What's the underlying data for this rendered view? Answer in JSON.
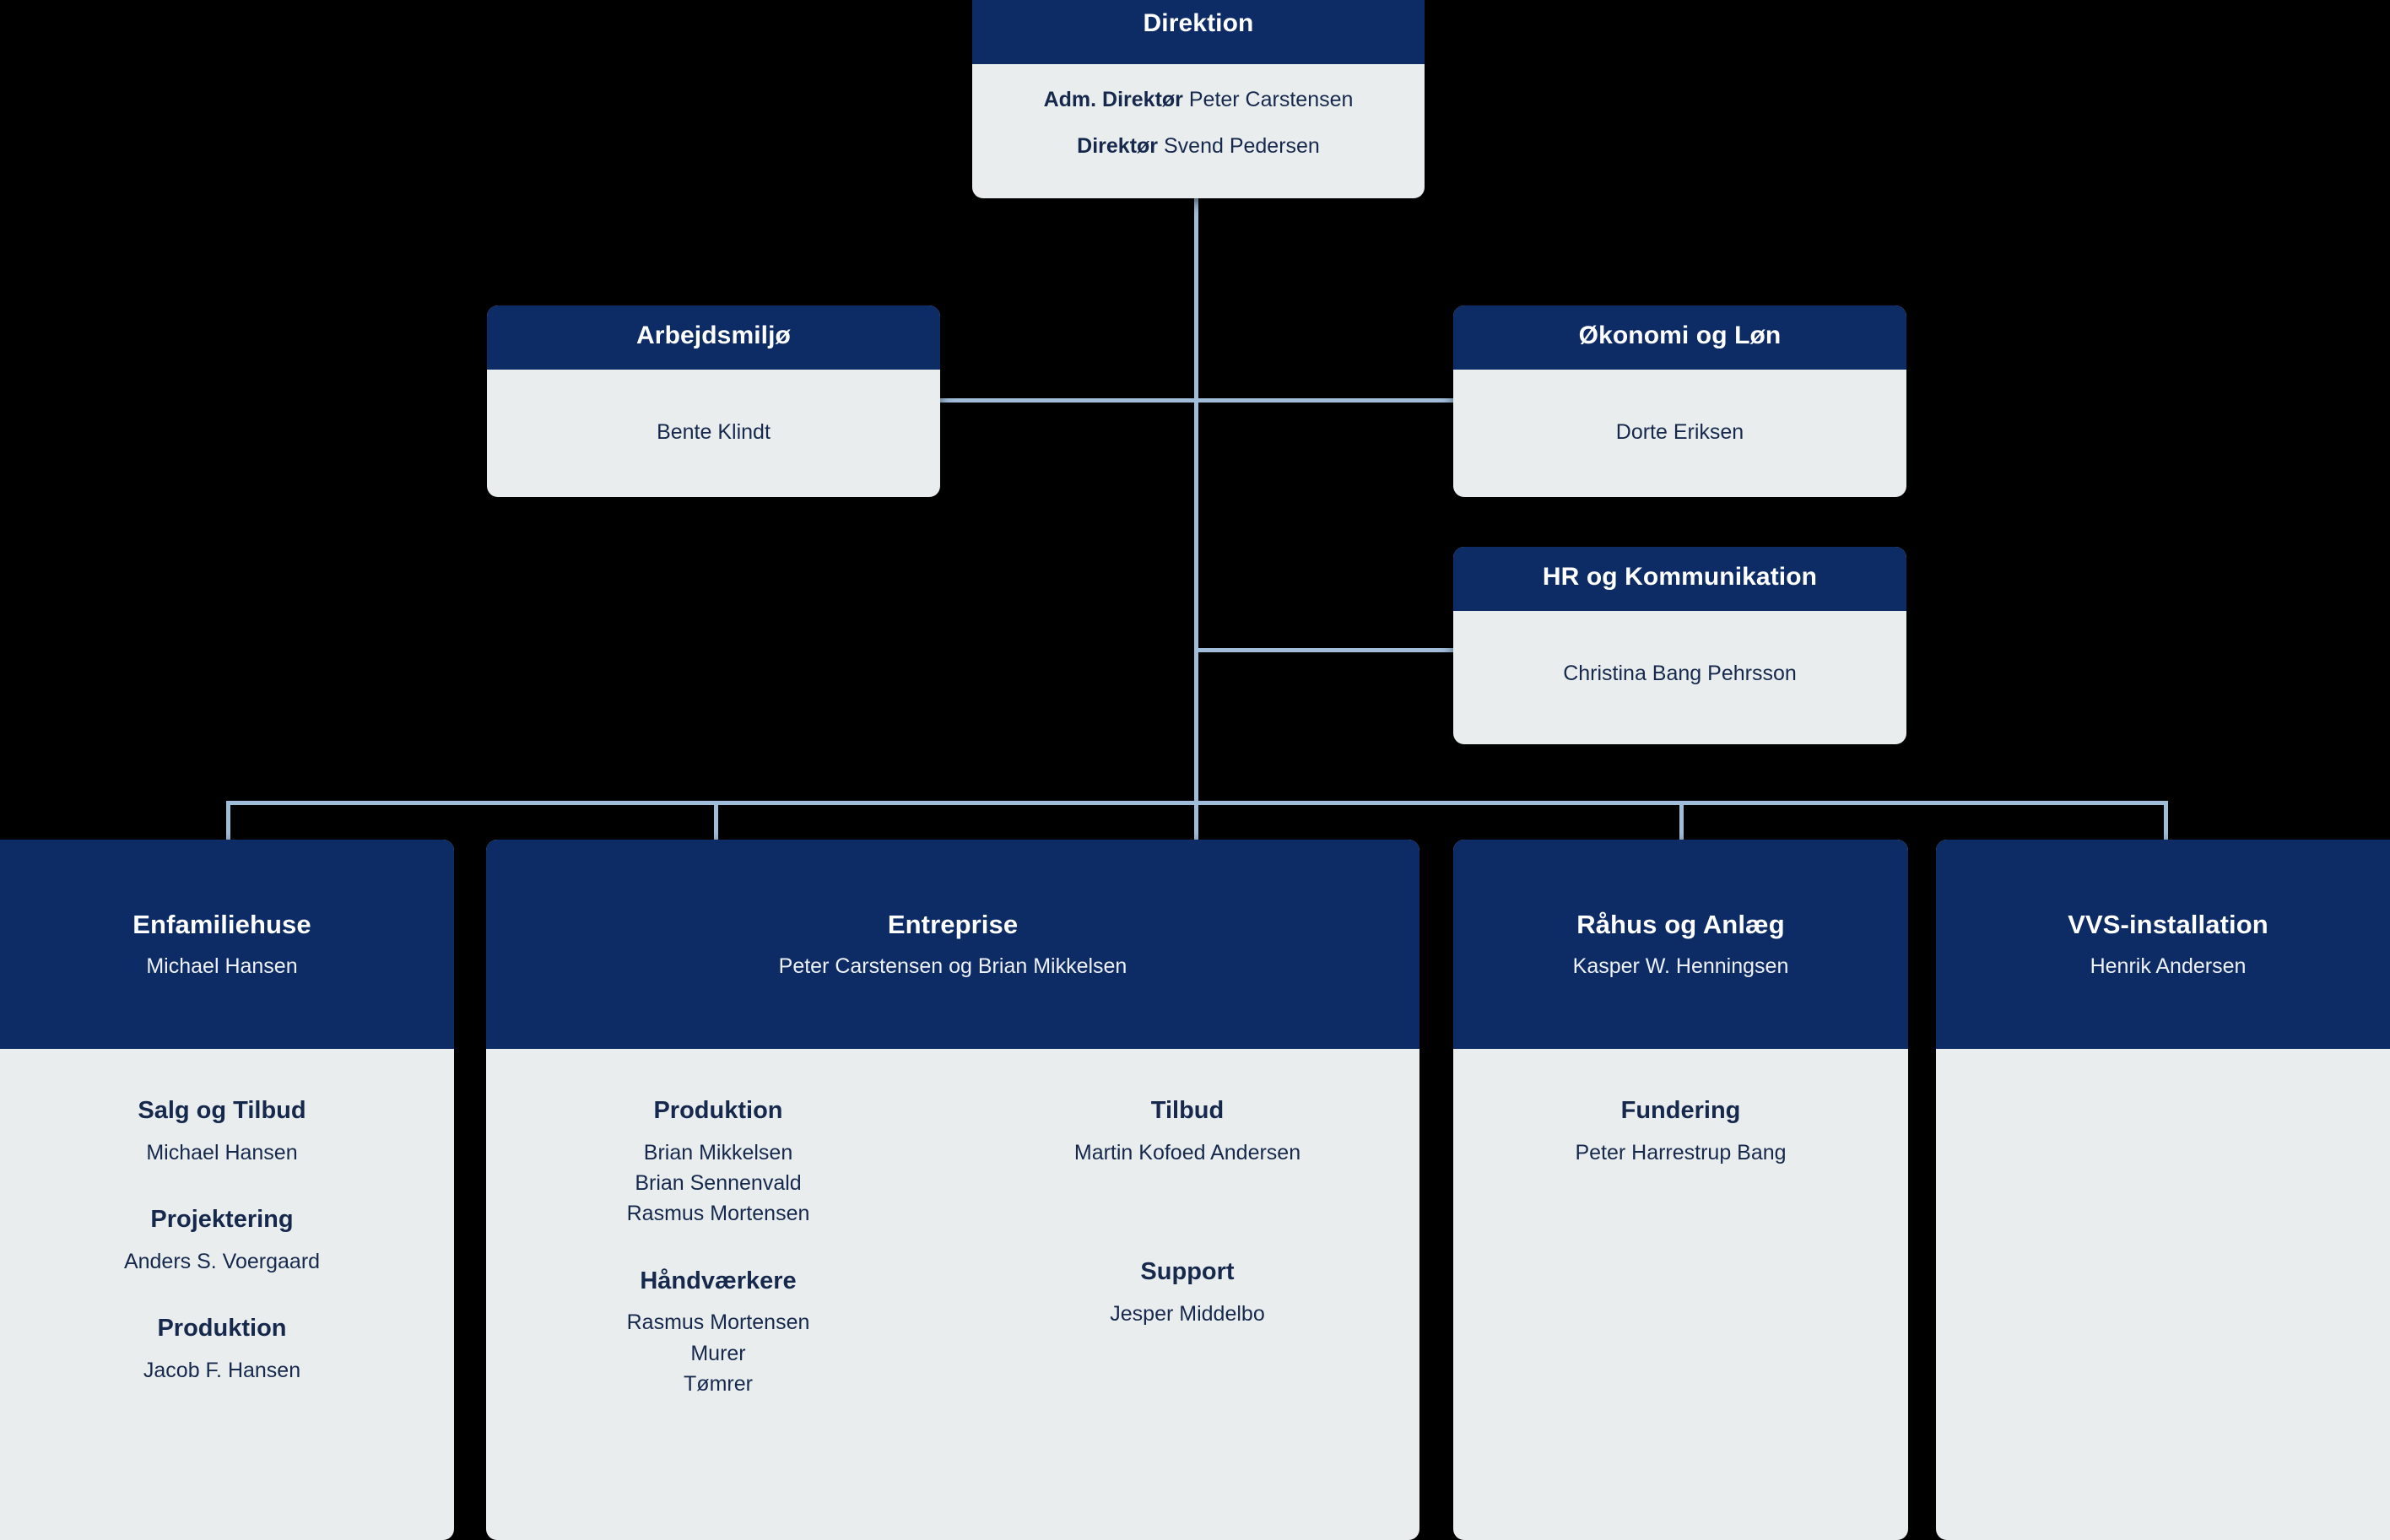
{
  "colors": {
    "header_blue": "#0d2b64",
    "body_gray": "#e9edee",
    "connector": "#9fbcd9",
    "text_dark": "#16294d",
    "background": "#000000"
  },
  "direktion": {
    "title": "Direktion",
    "rows": [
      {
        "role": "Adm. Direktør",
        "name": "Peter Carstensen"
      },
      {
        "role": "Direktør",
        "name": "Svend Pedersen"
      }
    ]
  },
  "staff_units": [
    {
      "id": "arbejdsmiljo",
      "title": "Arbejdsmiljø",
      "person": "Bente Klindt"
    },
    {
      "id": "okonomi",
      "title": "Økonomi og Løn",
      "person": "Dorte Eriksen"
    },
    {
      "id": "hr",
      "title": "HR og Kommunikation",
      "person": "Christina Bang Pehrsson"
    }
  ],
  "departments": [
    {
      "id": "enfamiliehuse",
      "title": "Enfamiliehuse",
      "lead": "Michael Hansen",
      "groups": [
        {
          "title": "Salg og Tilbud",
          "people": [
            "Michael Hansen"
          ]
        },
        {
          "title": "Projektering",
          "people": [
            "Anders S. Voergaard"
          ]
        },
        {
          "title": "Produktion",
          "people": [
            "Jacob F. Hansen"
          ]
        }
      ]
    },
    {
      "id": "entreprise",
      "title": "Entreprise",
      "lead": "Peter Carstensen og Brian Mikkelsen",
      "columns": [
        {
          "groups": [
            {
              "title": "Produktion",
              "people": [
                "Brian Mikkelsen",
                "Brian Sennenvald",
                "Rasmus Mortensen"
              ]
            },
            {
              "title": "Håndværkere",
              "people": [
                "Rasmus Mortensen",
                "Murer",
                "Tømrer"
              ]
            }
          ]
        },
        {
          "groups": [
            {
              "title": "Tilbud",
              "people": [
                "Martin Kofoed Andersen"
              ]
            },
            {
              "title": "Support",
              "people": [
                "Jesper Middelbo"
              ]
            }
          ]
        }
      ]
    },
    {
      "id": "rahus",
      "title": "Råhus og Anlæg",
      "lead": "Kasper W. Henningsen",
      "groups": [
        {
          "title": "Fundering",
          "people": [
            "Peter Harrestrup Bang"
          ]
        }
      ]
    },
    {
      "id": "vvs",
      "title": "VVS-installation",
      "lead": "Henrik Andersen",
      "groups": []
    }
  ]
}
